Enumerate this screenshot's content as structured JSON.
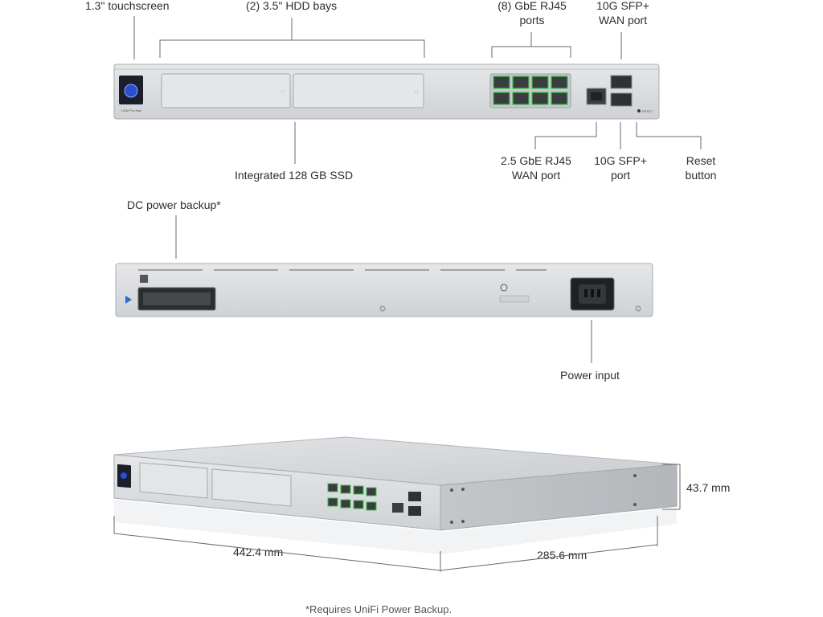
{
  "labels": {
    "touchscreen": "1.3\" touchscreen",
    "hdd_bays": "(2) 3.5\" HDD bays",
    "gbe_ports_l1": "(8) GbE RJ45",
    "gbe_ports_l2": "ports",
    "sfp_wan_l1": "10G SFP+",
    "sfp_wan_l2": "WAN port",
    "ssd": "Integrated 128 GB SSD",
    "wan_25_l1": "2.5 GbE RJ45",
    "wan_25_l2": "WAN port",
    "sfp_port_l1": "10G SFP+",
    "sfp_port_l2": "port",
    "reset_l1": "Reset",
    "reset_l2": "button",
    "dc_backup": "DC power backup*",
    "power_input": "Power input",
    "depth": "285.6 mm",
    "width": "442.4 mm",
    "height": "43.7 mm",
    "footnote": "*Requires UniFi Power Backup."
  },
  "device": {
    "front_badge": "UDM Pro Max",
    "reset_tag": "RESET"
  },
  "colors": {
    "chassis": "#d9dbdd",
    "chassis_dark": "#b9bcbf",
    "touch_screen": "#1d3b8f",
    "port_led": "#3fbf4a",
    "port_body": "#3a3d40"
  }
}
